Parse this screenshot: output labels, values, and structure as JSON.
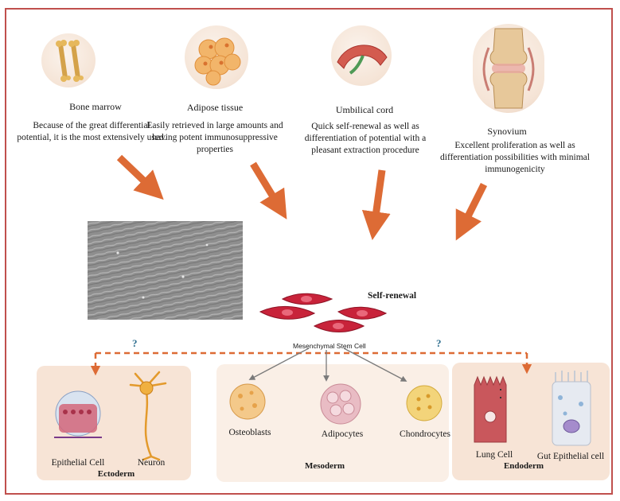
{
  "sources": [
    {
      "title": "Bone marrow",
      "description": "Because of the great differential potential, it is the most extensively used.",
      "icon": "bone-icon"
    },
    {
      "title": "Adipose tissue",
      "description": "Easily retrieved in large amounts and having potent immunosuppressive properties",
      "icon": "adipose-cells-icon"
    },
    {
      "title": "Umbilical cord",
      "description": "Quick self-renewal as well as differentiation of potential with a pleasant extraction procedure",
      "icon": "umbilical-cord-icon"
    },
    {
      "title": "Synovium",
      "description": "Excellent proliferation as well as differentiation possibilities with minimal immunogenicity",
      "icon": "joint-icon"
    }
  ],
  "center": {
    "self_renewal": "Self-renewal",
    "msc_label": "Mesenchymal Stem Cell",
    "question_mark": "?"
  },
  "ectoderm": {
    "label": "Ectoderm",
    "cells": [
      "Epithelial Cell",
      "Neuron"
    ]
  },
  "mesoderm": {
    "label": "Mesoderm",
    "cells": [
      "Osteoblasts",
      "Adipocytes",
      "Chondrocytes"
    ]
  },
  "endoderm": {
    "label": "Endoderm",
    "cells": [
      "Lung Cell",
      "Gut Epithelial cell"
    ]
  },
  "colors": {
    "frame": "#c0504d",
    "arrow": "#dd6b35",
    "msc": "#c8233a",
    "question": "#2f6f8f"
  }
}
